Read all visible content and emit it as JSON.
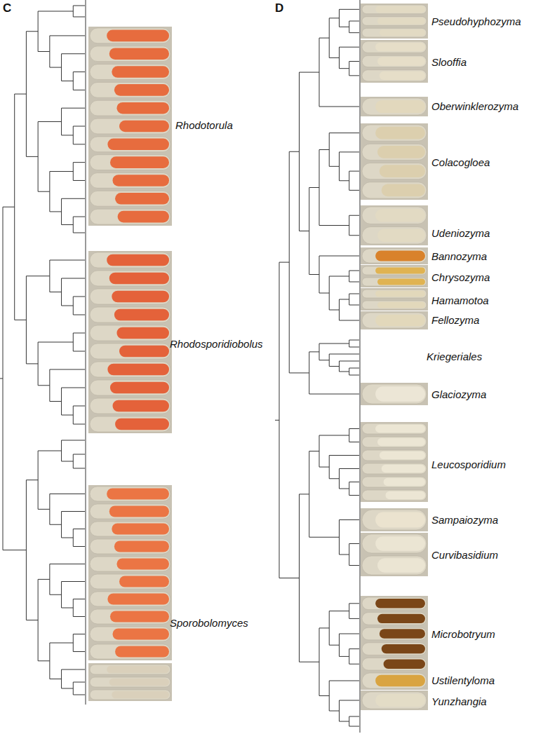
{
  "diagram": {
    "labels": [
      "C",
      "Rhodotorula",
      "Rhodosporidiobolus",
      "Sporobolomyces",
      "D",
      "Pseudohyphozyma",
      "Slooffia",
      "Oberwinklerozyma",
      "Colacogloea",
      "Udeniozyma",
      "Bannozyma",
      "Chrysozyma",
      "Hamamotoa",
      "Fellozyma",
      "Kriegeriales",
      "Glaciozyma",
      "Leucosporidium",
      "Sampaiozyma",
      "Curvibasidium",
      "Microbotryum",
      "Ustilentyloma",
      "Yunzhangia"
    ]
  }
}
